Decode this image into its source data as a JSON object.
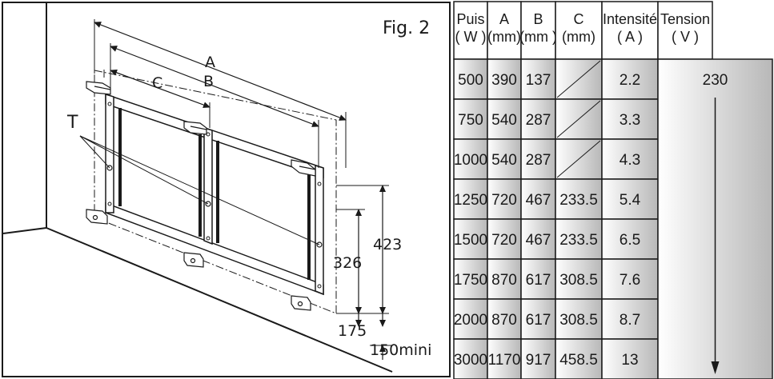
{
  "figure": {
    "label": "Fig. 2",
    "dimensions": {
      "a": "A",
      "b": "B",
      "c": "C",
      "t": "T",
      "height_423": "423",
      "height_326": "326",
      "height_175": "175",
      "height_150": "150mini"
    }
  },
  "table": {
    "headers": [
      [
        "Puis",
        "( W )"
      ],
      [
        "A",
        "(mm)"
      ],
      [
        "B",
        "(mm )"
      ],
      [
        "C",
        "(mm)"
      ],
      [
        "Intensité",
        "( A )"
      ],
      [
        "Tension",
        "( V )"
      ]
    ],
    "rows": [
      [
        "500",
        "390",
        "137",
        "",
        "2.2"
      ],
      [
        "750",
        "540",
        "287",
        "",
        "3.3"
      ],
      [
        "1000",
        "540",
        "287",
        "",
        "4.3"
      ],
      [
        "1250",
        "720",
        "467",
        "233.5",
        "5.4"
      ],
      [
        "1500",
        "720",
        "467",
        "233.5",
        "6.5"
      ],
      [
        "1750",
        "870",
        "617",
        "308.5",
        "7.6"
      ],
      [
        "2000",
        "870",
        "617",
        "308.5",
        "8.7"
      ],
      [
        "3000",
        "1170",
        "917",
        "458.5",
        "13"
      ]
    ],
    "tension_value": "230"
  },
  "colors": {
    "line": "#1a1a1a",
    "cell_gradient_light": "#ffffff",
    "cell_gradient_dark": "#b8b8b8",
    "header_bg": "#ffffff"
  }
}
